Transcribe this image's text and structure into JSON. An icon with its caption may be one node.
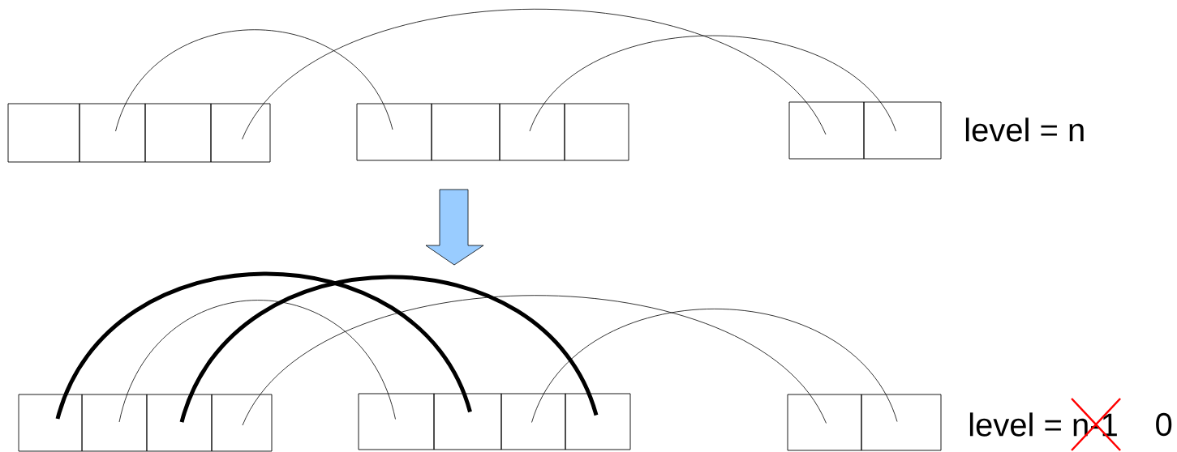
{
  "diagram": {
    "nodes": [
      {
        "text": [],
        "shape": "box"
      },
      {
        "text": [],
        "shape": "box"
      },
      {
        "text": [],
        "shape": "box"
      },
      {
        "text": [],
        "shape": "box"
      },
      {
        "text": [],
        "shape": "box"
      },
      {
        "text": [],
        "shape": "box"
      },
      {
        "text": [],
        "shape": "box"
      },
      {
        "text": [],
        "shape": "box"
      },
      {
        "text": [],
        "shape": "box"
      },
      {
        "text": [],
        "shape": "box"
      },
      {
        "text": [],
        "shape": "box"
      },
      {
        "text": [],
        "shape": "box"
      },
      {
        "text": [],
        "shape": "box"
      },
      {
        "text": [],
        "shape": "box"
      },
      {
        "text": [],
        "shape": "box"
      },
      {
        "text": [],
        "shape": "box"
      },
      {
        "text": [],
        "shape": "box"
      },
      {
        "text": [],
        "shape": "box"
      },
      {
        "text": [],
        "shape": "box"
      },
      {
        "text": [],
        "shape": "box"
      }
    ],
    "edges": [
      {
        "from": 1,
        "to": 4,
        "arrow": "none"
      },
      {
        "from": 3,
        "to": 8,
        "arrow": "none"
      },
      {
        "from": 6,
        "to": 9,
        "arrow": "none"
      },
      {
        "from": 10,
        "to": 15,
        "arrow": "none",
        "style": "thick"
      },
      {
        "from": 11,
        "to": 14,
        "arrow": "none"
      },
      {
        "from": 12,
        "to": 17,
        "arrow": "none",
        "style": "thick"
      },
      {
        "from": 13,
        "to": 18,
        "arrow": "none"
      },
      {
        "from": 16,
        "to": 19,
        "arrow": "none"
      }
    ],
    "labels": [
      "level = n",
      "level = n-1",
      "0"
    ]
  }
}
